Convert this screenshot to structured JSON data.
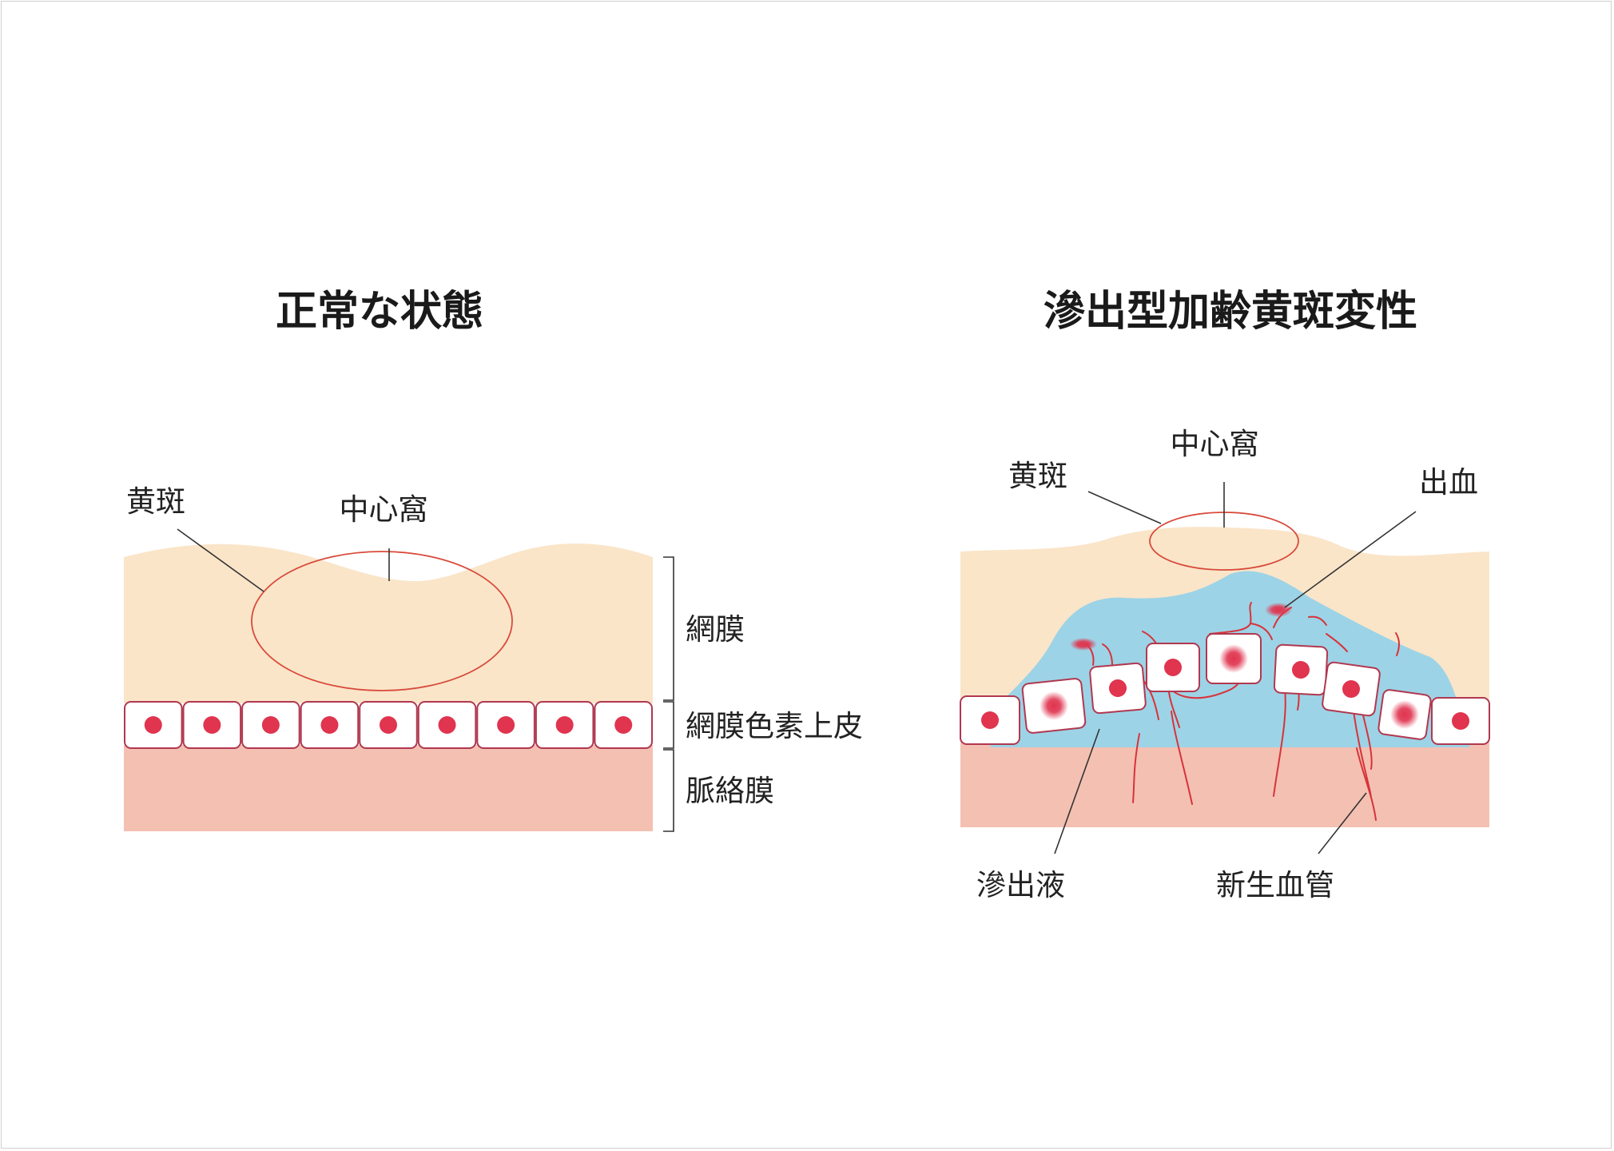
{
  "colors": {
    "retina": "#fae5c9",
    "choroid": "#f4c0b2",
    "fluid": "#9dd3e6",
    "cell_border": "#b03850",
    "nucleus": "#e0344f",
    "vessel": "#d7333a",
    "fovea_outline": "#d84a3a",
    "leader_line": "#333333"
  },
  "normal": {
    "title": "正常な状態",
    "labels": {
      "macula": "黄斑",
      "fovea": "中心窩",
      "retina": "網膜",
      "rpe": "網膜色素上皮",
      "choroid": "脈絡膜"
    },
    "cell_count": 9
  },
  "wet_amd": {
    "title": "滲出型加齢黄斑変性",
    "labels": {
      "macula": "黄斑",
      "fovea": "中心窩",
      "hemorrhage": "出血",
      "exudate": "滲出液",
      "neovascularization": "新生血管"
    }
  }
}
